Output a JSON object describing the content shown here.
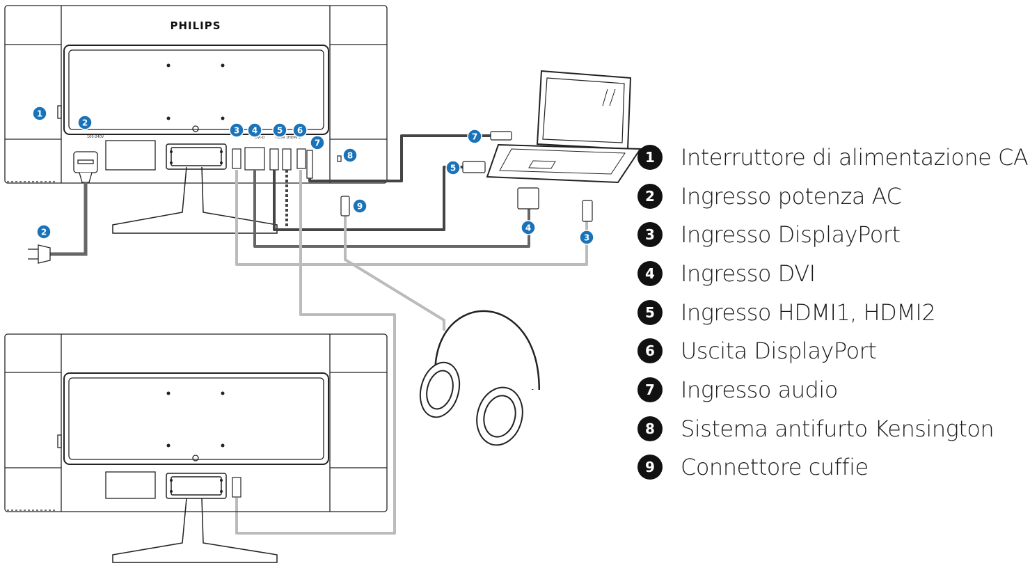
{
  "brand": "PHILIPS",
  "port_labels": {
    "dvi": "DVI-D",
    "hdmi1": "HDMI 1",
    "hdmi2": "HDMI 2",
    "rating": "100-240V"
  },
  "legend": [
    {
      "num": "1",
      "text": "Interruttore di alimentazione CA"
    },
    {
      "num": "2",
      "text": "Ingresso potenza AC"
    },
    {
      "num": "3",
      "text": "Ingresso DisplayPort"
    },
    {
      "num": "4",
      "text": "Ingresso DVI"
    },
    {
      "num": "5",
      "text": "Ingresso HDMI1, HDMI2"
    },
    {
      "num": "6",
      "text": "Uscita DisplayPort"
    },
    {
      "num": "7",
      "text": "Ingresso audio"
    },
    {
      "num": "8",
      "text": "Sistema antifurto Kensington"
    },
    {
      "num": "9",
      "text": "Connettore cuffie"
    }
  ],
  "callouts": [
    "1",
    "2",
    "2",
    "3",
    "4",
    "5",
    "6",
    "7",
    "8",
    "9",
    "7",
    "5",
    "4",
    "3",
    "9"
  ],
  "colors": {
    "callout_fill": "#1a73b8",
    "legend_fill": "#111111",
    "cable_dark": "#444444",
    "cable_light": "#bbbbbb"
  }
}
